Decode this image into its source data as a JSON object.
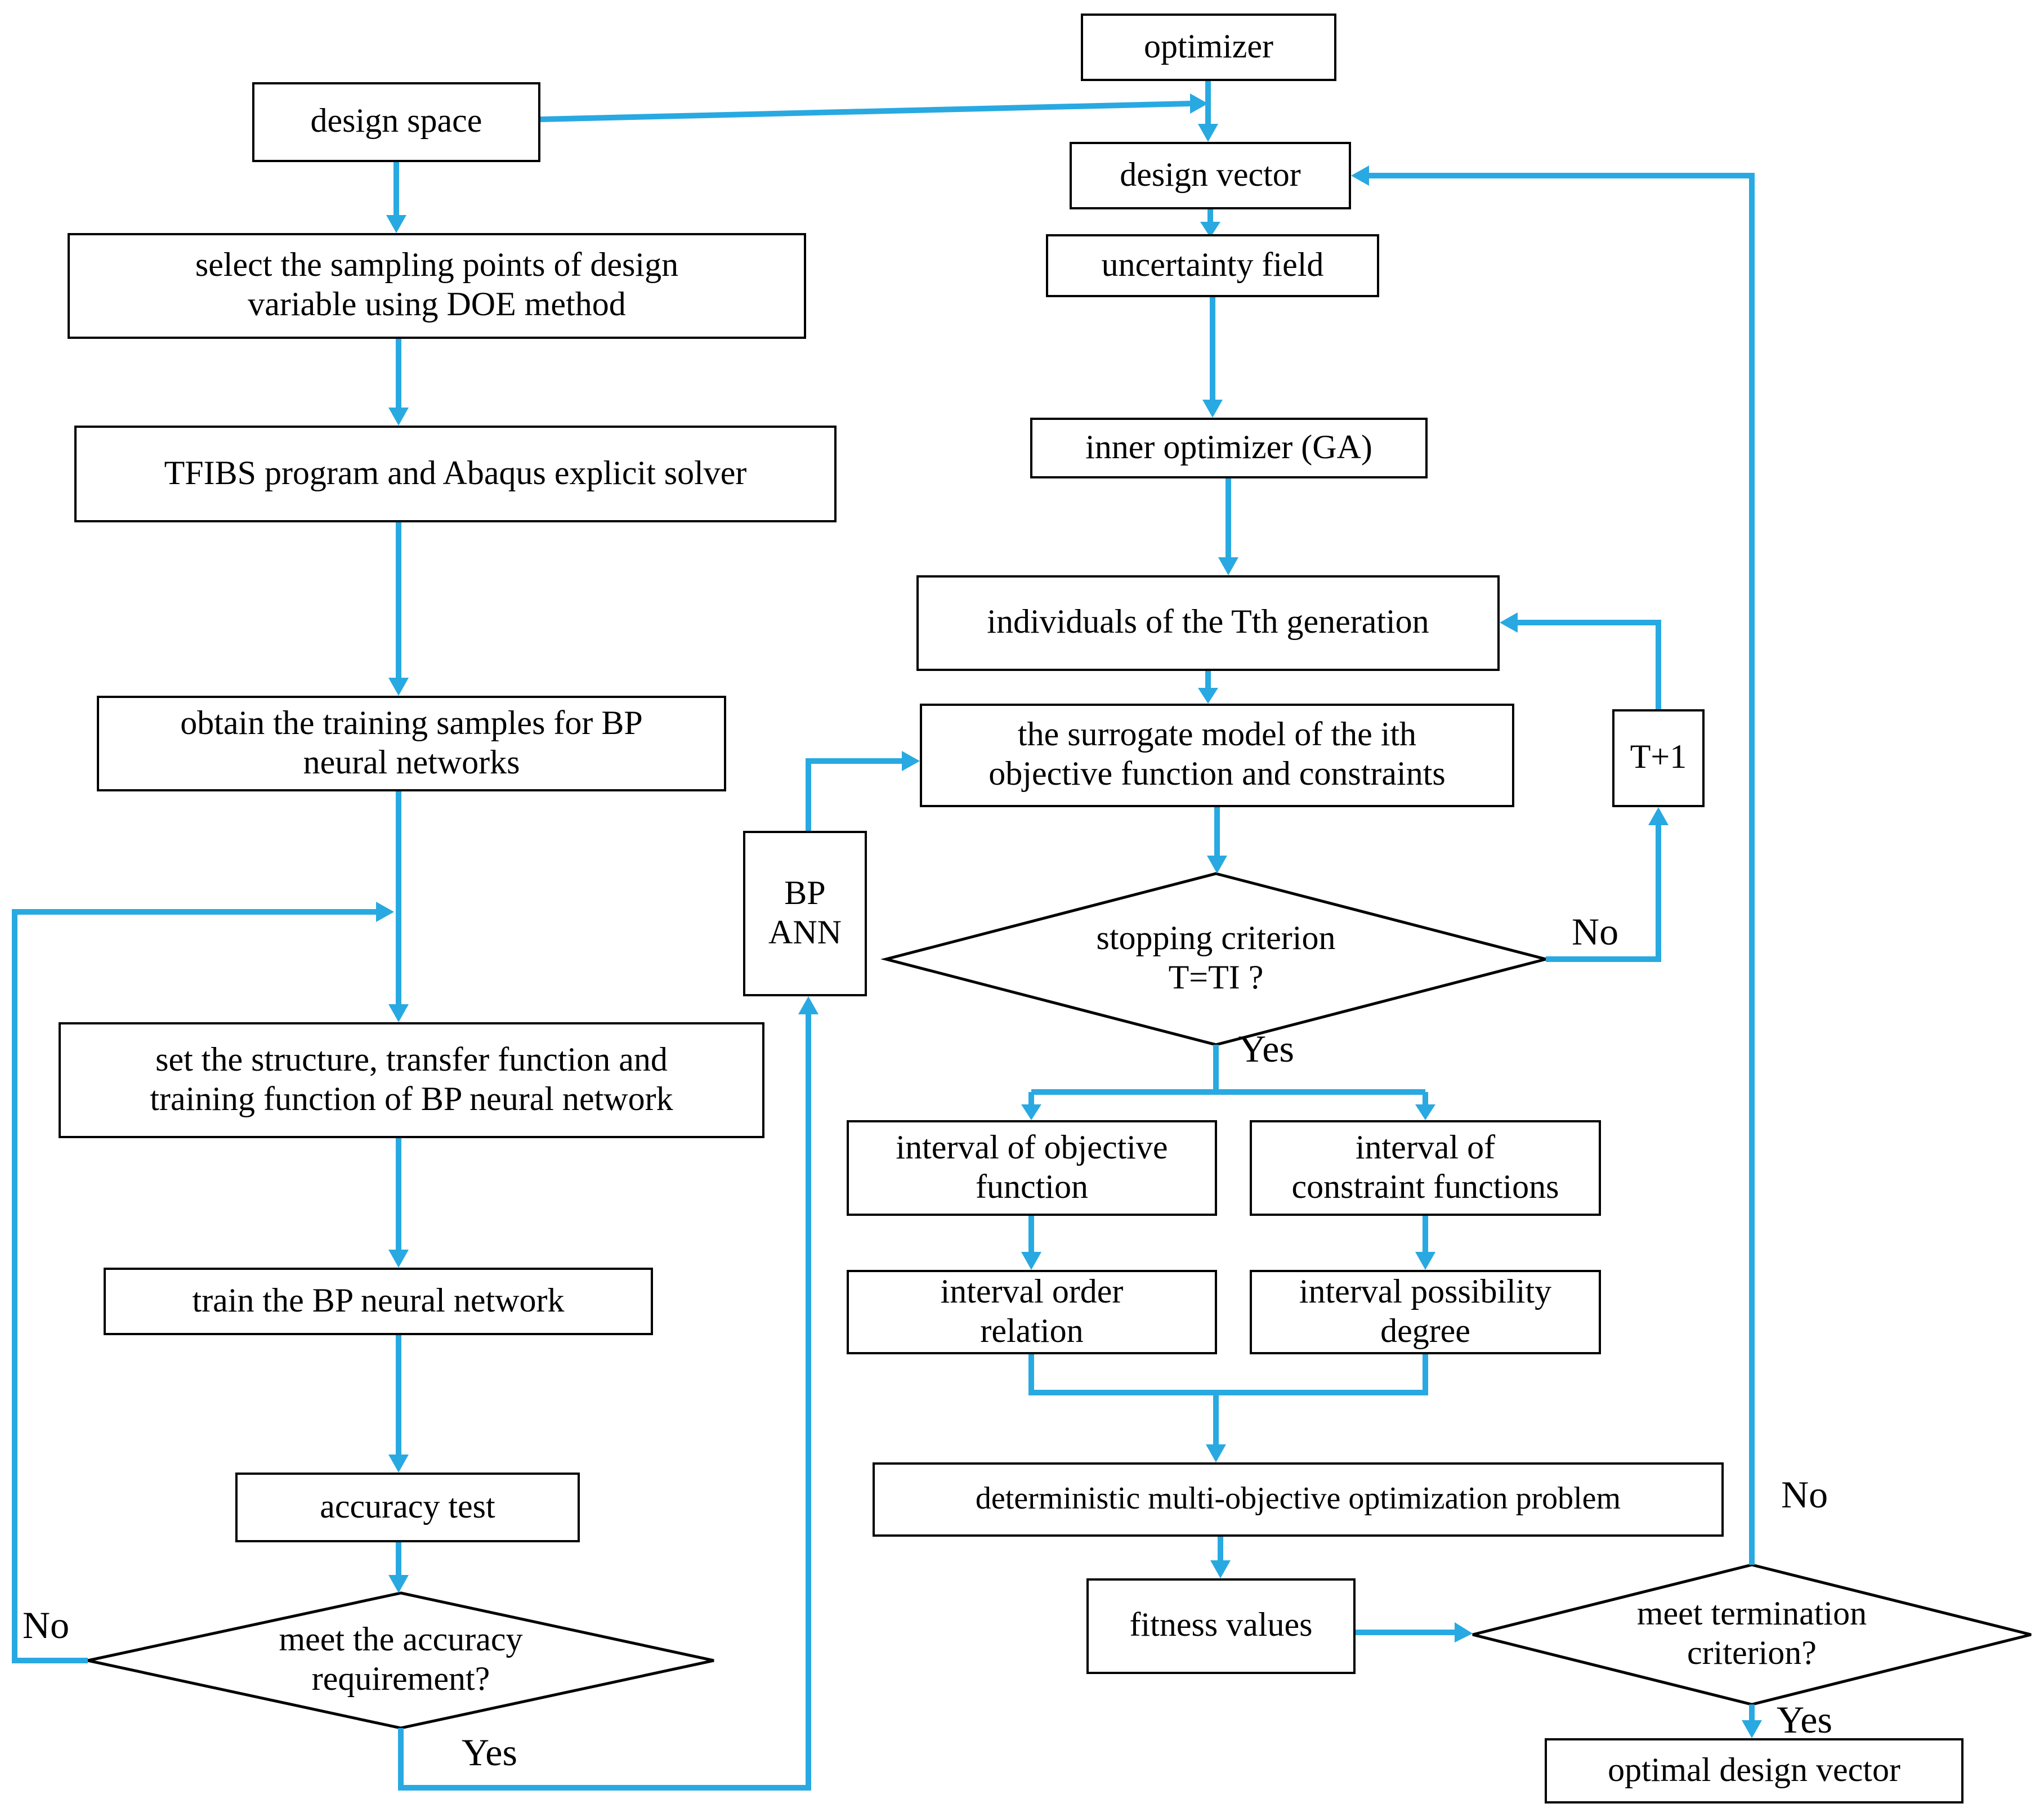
{
  "figure": {
    "kind": "flowchart",
    "colors": {
      "arrow": "#29a9e1",
      "box_border": "#000000",
      "text": "#000000",
      "background": "#ffffff"
    }
  },
  "nodes": {
    "design_space": {
      "label": "design space"
    },
    "select_sampling": {
      "label": "select the sampling points of design\nvariable using DOE method"
    },
    "tfibs": {
      "label": "TFIBS program and Abaqus explicit solver"
    },
    "obtain_samples": {
      "label": "obtain the training samples for BP\nneural networks"
    },
    "set_structure": {
      "label": "set the structure, transfer function and\ntraining function of BP neural network"
    },
    "train_network": {
      "label": "train the BP neural network"
    },
    "accuracy_test": {
      "label": "accuracy test"
    },
    "accuracy_decision": {
      "label": "meet the accuracy\nrequirement?"
    },
    "bp_ann": {
      "label": "BP\nANN"
    },
    "optimizer": {
      "label": "optimizer"
    },
    "design_vector": {
      "label": "design vector"
    },
    "uncertainty_field": {
      "label": "uncertainty field"
    },
    "inner_optimizer": {
      "label": "inner optimizer (GA)"
    },
    "individuals": {
      "label": "individuals of the Tth generation"
    },
    "surrogate_model": {
      "label": "the surrogate model of the ith\nobjective function and constraints"
    },
    "t_plus_1": {
      "label": "T+1"
    },
    "stopping_decision": {
      "label": "stopping criterion\nT=TI ?"
    },
    "interval_objective": {
      "label": "interval of objective\nfunction"
    },
    "interval_constraints": {
      "label": "interval of\nconstraint functions"
    },
    "interval_order": {
      "label": "interval order\nrelation"
    },
    "interval_possibility": {
      "label": "interval possibility\ndegree"
    },
    "deterministic_problem": {
      "label": "deterministic multi-objective optimization problem"
    },
    "fitness_values": {
      "label": "fitness values"
    },
    "termination_decision": {
      "label": "meet termination\ncriterion?"
    },
    "optimal_vector": {
      "label": "optimal design vector"
    }
  },
  "edge_labels": {
    "accuracy_no": "No",
    "accuracy_yes": "Yes",
    "stopping_no": "No",
    "stopping_yes": "Yes",
    "termination_no": "No",
    "termination_yes": "Yes"
  }
}
